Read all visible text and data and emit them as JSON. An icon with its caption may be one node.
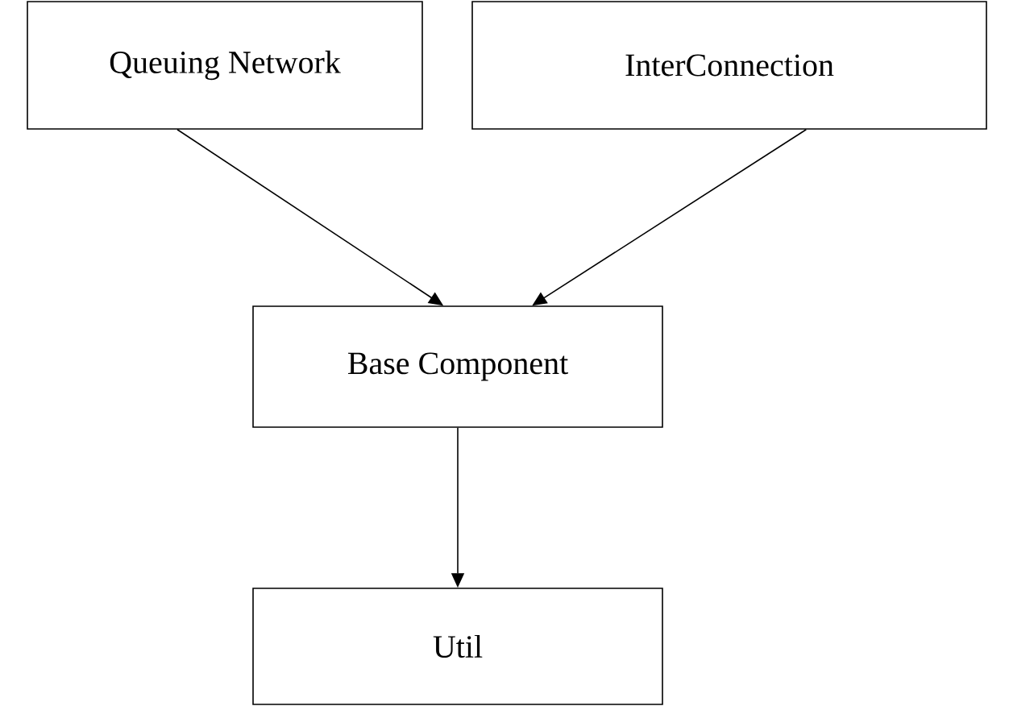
{
  "diagram": {
    "nodes": [
      {
        "text": [
          "Queuing Network"
        ]
      },
      {
        "text": [
          "InterConnection"
        ]
      },
      {
        "text": [
          "Base Component"
        ]
      },
      {
        "text": [
          "Util"
        ]
      }
    ],
    "edges": [
      {
        "from": 0,
        "to": 2,
        "arrow": "to"
      },
      {
        "from": 1,
        "to": 2,
        "arrow": "to"
      },
      {
        "from": 2,
        "to": 3,
        "arrow": "to"
      }
    ]
  }
}
